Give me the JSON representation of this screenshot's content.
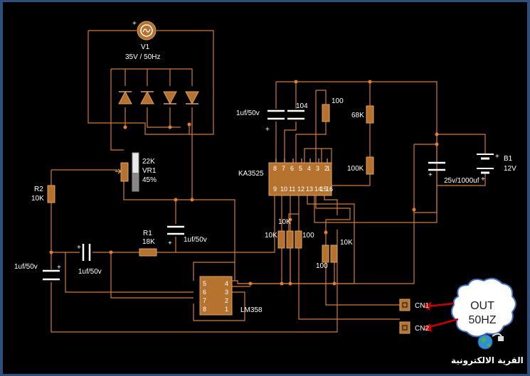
{
  "labels": {
    "v1_name": "V1",
    "v1_value": "35V / 50Hz",
    "v1_plus": "+",
    "vr1_res": "22K",
    "vr1_name": "VR1",
    "vr1_pct": "45%",
    "r2_name": "R2",
    "r2_value": "10K",
    "r1_name": "R1",
    "r1_value": "18K",
    "c_left": "1uf/50v",
    "c_series": "1uf/50v",
    "c_mid": "1uf/50v",
    "c_top": "1uf/50v",
    "c_104": "104",
    "r_100_top": "100",
    "r_68k": "68K",
    "r_100k": "100K",
    "ic1_name": "KA3525",
    "ic2_name": "LM358",
    "b1_name": "B1",
    "b1_value": "12V",
    "c_big": "25v/1000uf",
    "r_10k_a": "10K",
    "r_10k_b": "10K",
    "r_100_a": "100",
    "r_100_b": "100",
    "r_10k_c": "10K",
    "cn1": "CN1",
    "cn2": "CN2",
    "plus": "+"
  },
  "ic1_pins_top": [
    "8",
    "7",
    "6",
    "5",
    "4",
    "3",
    "2",
    "1"
  ],
  "ic1_pins_bottom": [
    "9",
    "10",
    "11",
    "12",
    "13",
    "14",
    "15",
    "16"
  ],
  "ic2_pins_left": [
    "5",
    "6",
    "7",
    "8"
  ],
  "ic2_pins_right": [
    "4",
    "3",
    "2",
    "1"
  ],
  "callout": {
    "line1": "OUT",
    "line2": "50HZ"
  },
  "watermark": "القرية الالكترونية",
  "colors": {
    "background": "#000000",
    "frame": "#2c4f7c",
    "wire": "#d07a3a",
    "component": "#b5732f",
    "arrow": "#cc0000"
  },
  "icons": [
    "ac-source-icon",
    "diode-icon",
    "battery-icon",
    "globe-icon",
    "plug-icon"
  ]
}
